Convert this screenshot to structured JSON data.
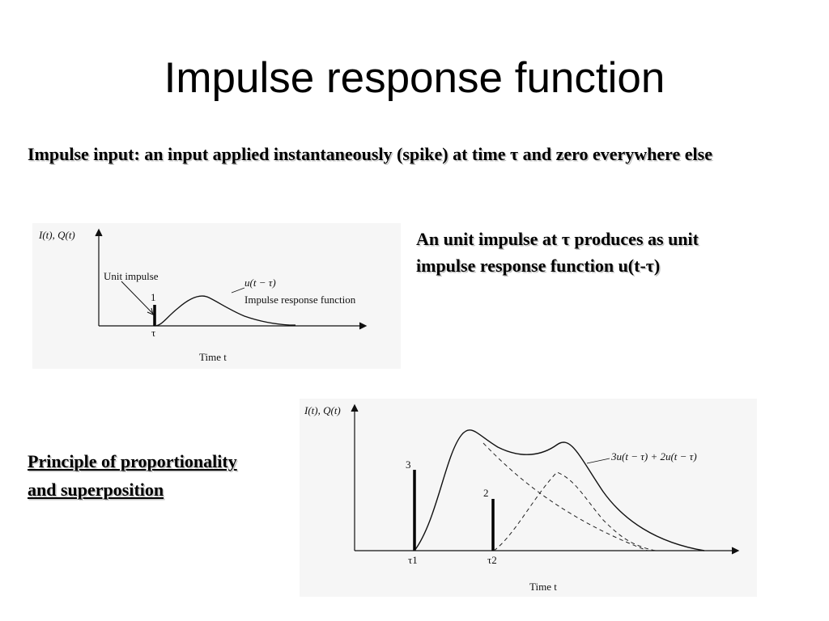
{
  "slide": {
    "title": "Impulse response function",
    "intro": "Impulse input: an input applied instantaneously (spike) at time τ and zero everywhere else",
    "note": "An unit impulse at τ produces as unit impulse response function u(t-τ)",
    "principle": "Principle of proportionality and superposition"
  },
  "figure1": {
    "y_axis_label": "I(t), Q(t)",
    "x_axis_label": "Time t",
    "unit_impulse_label": "Unit impulse",
    "impulse_magnitude": "1",
    "tau_label": "τ",
    "response_label": "u(t − τ)",
    "response_name": "Impulse response function"
  },
  "figure2": {
    "y_axis_label": "I(t), Q(t)",
    "x_axis_label": "Time t",
    "impulse1_magnitude": "3",
    "impulse2_magnitude": "2",
    "tau1_label": "τ1",
    "tau2_label": "τ2",
    "sum_label": "3u(t − τ) + 2u(t − τ)"
  }
}
